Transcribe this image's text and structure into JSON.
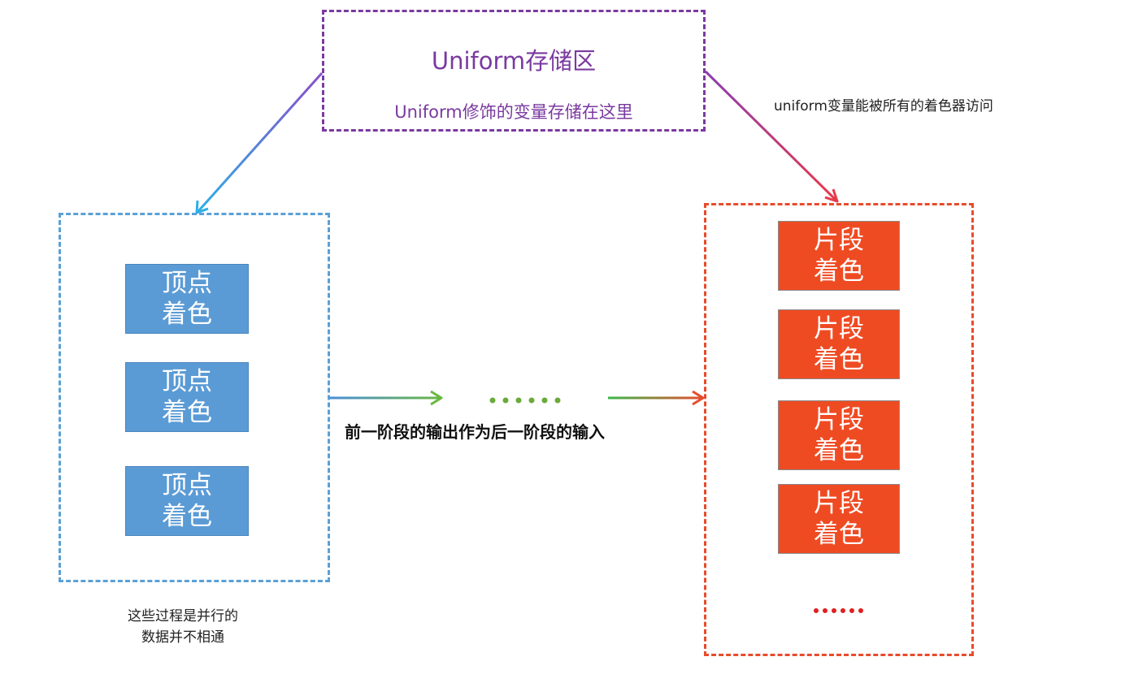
{
  "uniform_storage": {
    "title": "Uniform存储区",
    "subtitle": "Uniform修饰的变量存储在这里",
    "access_note": "uniform变量能被所有的着色器访问"
  },
  "vertex_shaders": [
    {
      "line1": "顶点",
      "line2": "着色"
    },
    {
      "line1": "顶点",
      "line2": "着色"
    },
    {
      "line1": "顶点",
      "line2": "着色"
    }
  ],
  "fragment_shaders": [
    {
      "line1": "片段",
      "line2": "着色"
    },
    {
      "line1": "片段",
      "line2": "着色"
    },
    {
      "line1": "片段",
      "line2": "着色"
    },
    {
      "line1": "片段",
      "line2": "着色"
    }
  ],
  "pipeline_note": "前一阶段的输出作为后一阶段的输入",
  "parallel_note": "这些过程是并行的\n数据并不相通",
  "colors": {
    "uniform": "#7a3aa0",
    "vertex": "#5b9bd5",
    "fragment": "#ef4b23",
    "ellipsis_green": "#6aaa3a",
    "ellipsis_red": "#e02020"
  }
}
